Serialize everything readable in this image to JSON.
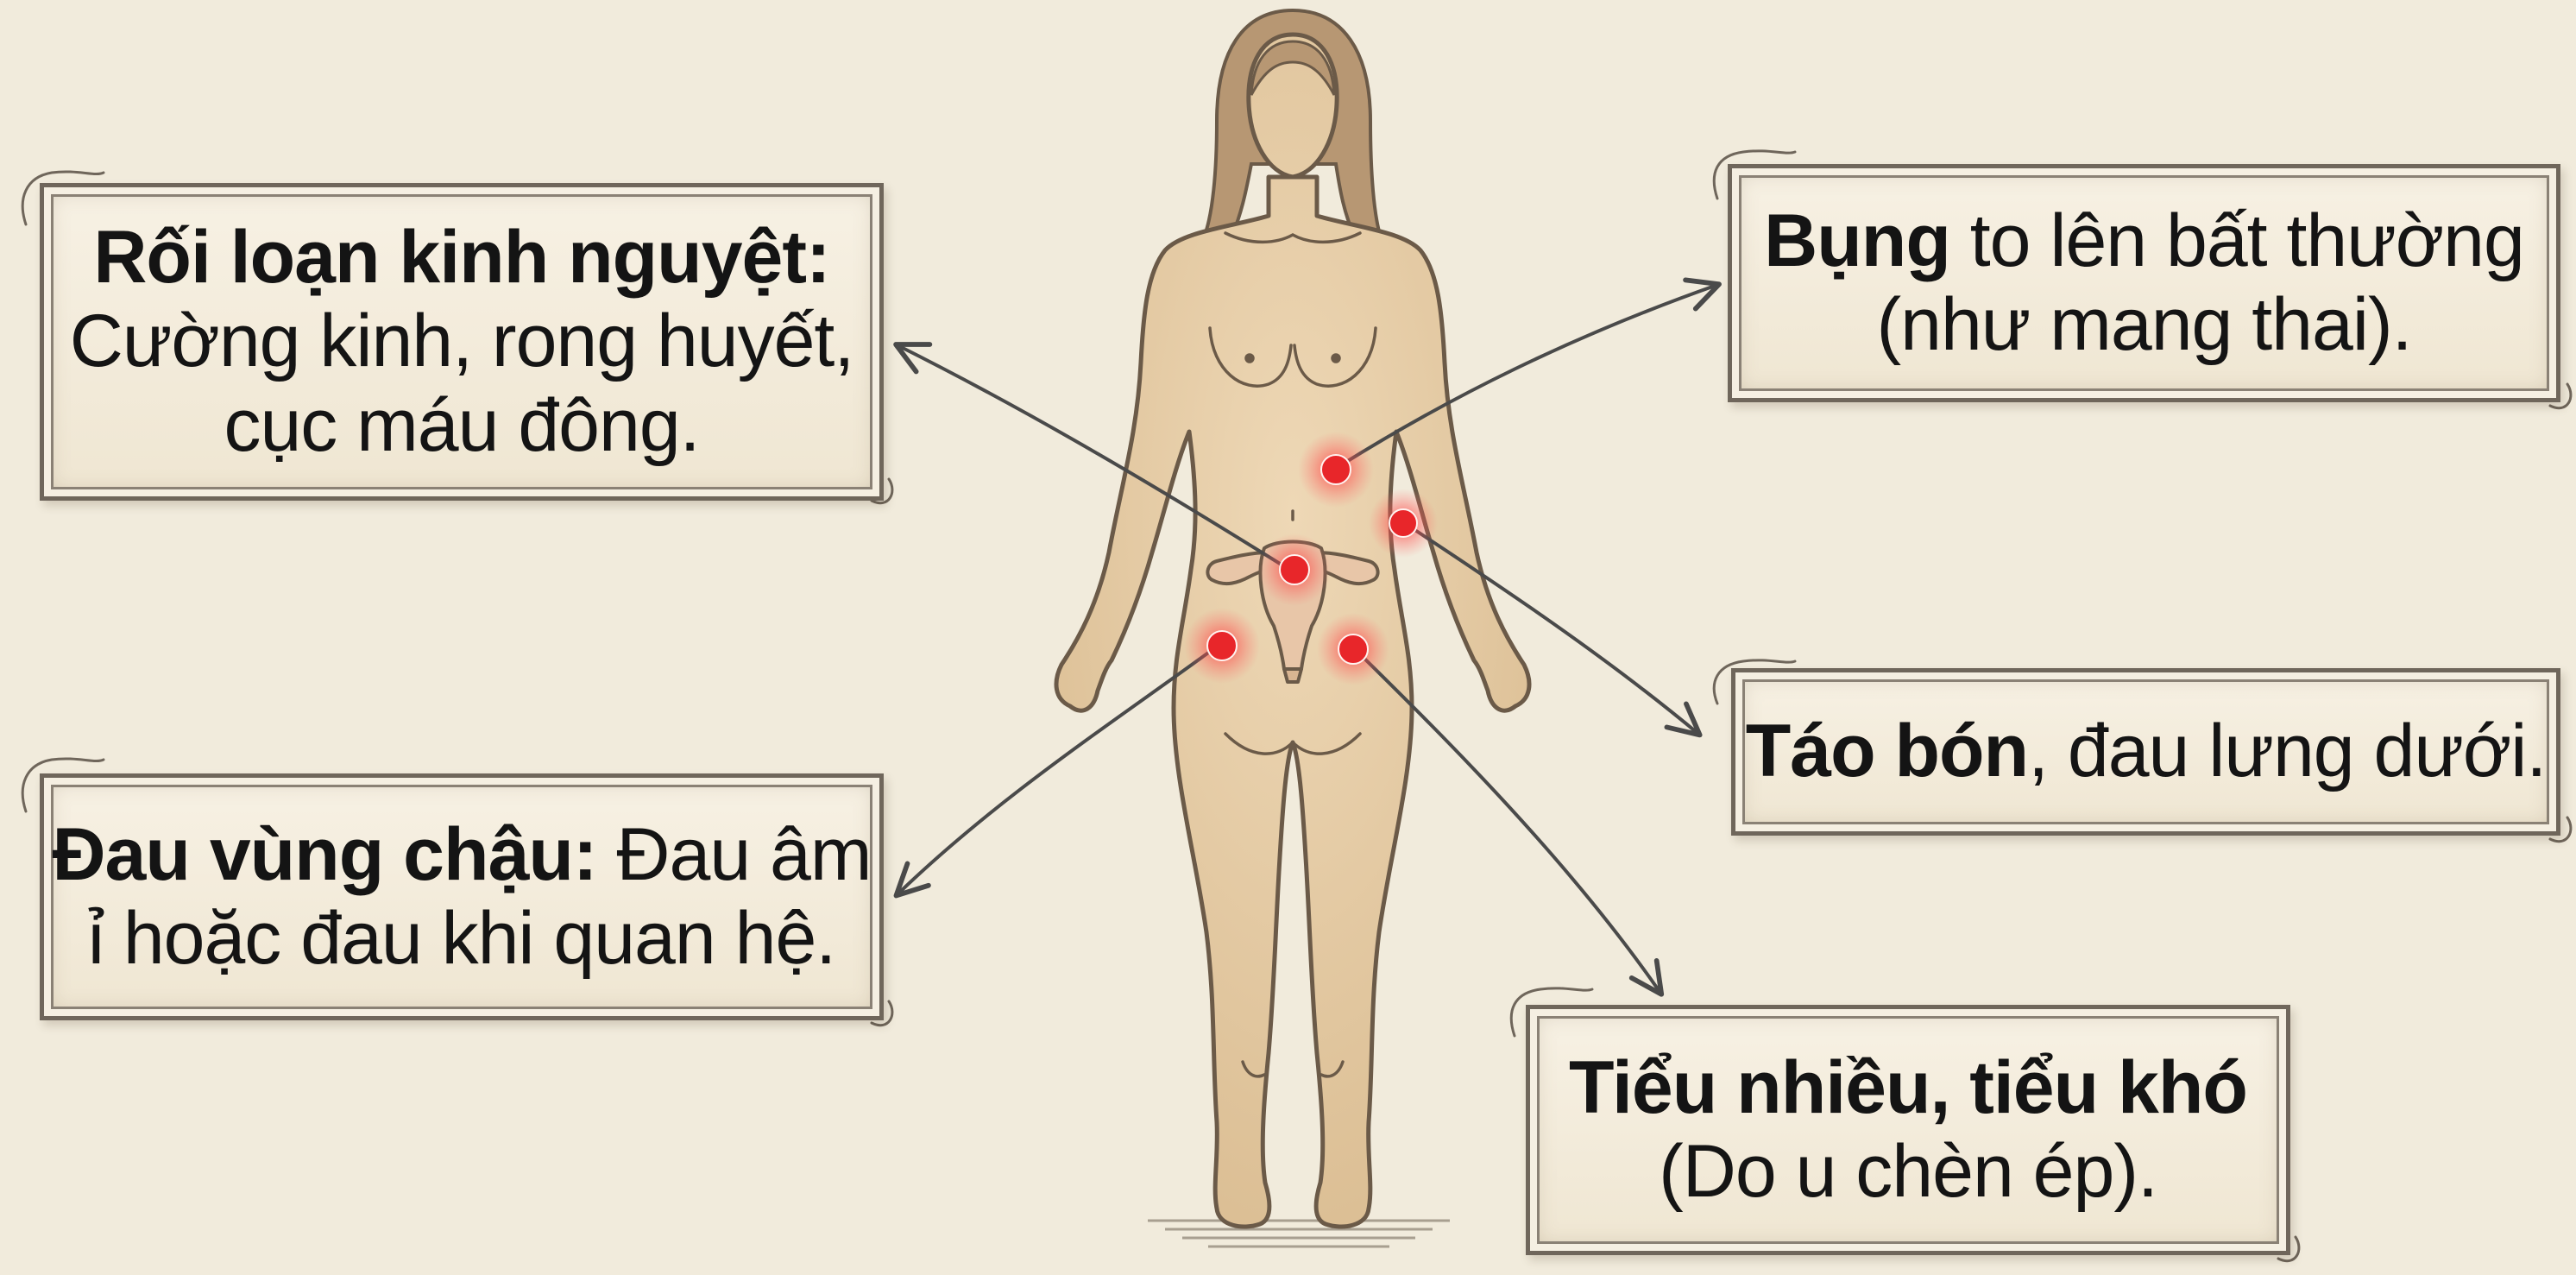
{
  "cards": {
    "menstrual": {
      "title": "Rối loạn kinh nguyệt:",
      "line2": "Cường kinh, rong huyết,",
      "line3": "cục máu đông."
    },
    "pelvic": {
      "title": "Đau vùng chậu:",
      "line1_rest": " Đau âm",
      "line2": "ỉ hoặc đau khi quan hệ."
    },
    "abdomen": {
      "title": "Bụng",
      "line1_rest": " to lên bất thường",
      "line2": "(như mang thai)."
    },
    "constipation": {
      "title": "Táo bón",
      "line1_rest": ", đau lưng dưới."
    },
    "urinary": {
      "title": "Tiểu nhiều, tiểu khó",
      "line2": "(Do u chèn ép)."
    }
  },
  "colors": {
    "background": "#f1ebdc",
    "skin": "#e7cfa9",
    "outline": "#6b5a48",
    "hotspot": "#e8262a",
    "arrow": "#4a4a4a"
  },
  "icons": {
    "figure": "female-body-outline",
    "uterus": "uterus-icon",
    "hotspot": "red-pain-dot"
  }
}
